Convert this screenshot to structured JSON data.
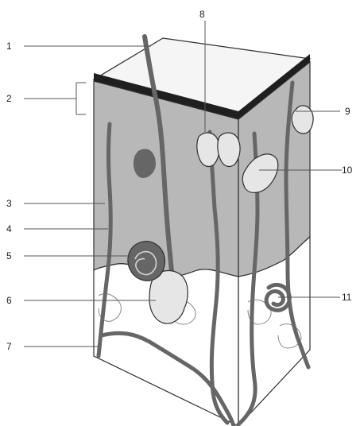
{
  "callouts": [
    {
      "id": "1",
      "label": "1"
    },
    {
      "id": "2",
      "label": "2"
    },
    {
      "id": "3",
      "label": "3"
    },
    {
      "id": "4",
      "label": "4"
    },
    {
      "id": "5",
      "label": "5"
    },
    {
      "id": "6",
      "label": "6"
    },
    {
      "id": "7",
      "label": "7"
    },
    {
      "id": "8",
      "label": "8"
    },
    {
      "id": "9",
      "label": "9"
    },
    {
      "id": "10",
      "label": "10"
    },
    {
      "id": "11",
      "label": "11"
    }
  ],
  "colors": {
    "background": "#ffffff",
    "outline": "#2f2f2f",
    "epidermis_top": "#f5f5f5",
    "epidermis_dark": "#1f1f1f",
    "dermis": "#b8b8b8",
    "hypodermis": "#ffffff",
    "structures": "#666666",
    "light_structures": "#e6e6e6",
    "leader": "#555555"
  }
}
